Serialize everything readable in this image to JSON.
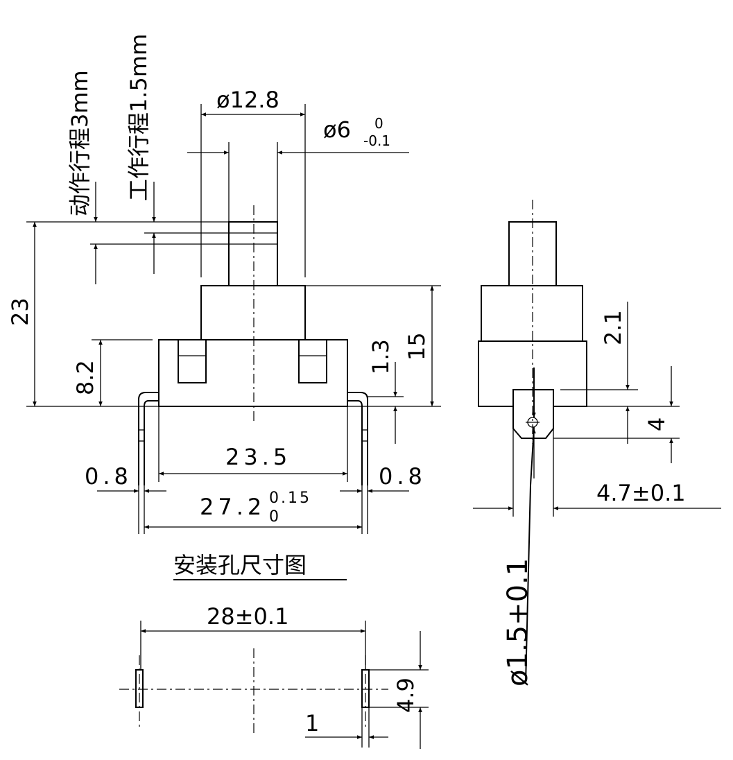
{
  "front_view": {
    "dim_diameter_outer": "ø12.8",
    "dim_diameter_stem": "ø6",
    "dim_diameter_stem_tol_upper": "0",
    "dim_diameter_stem_tol_lower": "-0.1",
    "label_action_travel": "动作行程3mm",
    "label_working_travel": "工作行程1.5mm",
    "dim_total_height": "23",
    "dim_body_height": "8.2",
    "dim_upper_height": "15",
    "dim_pin_offset": "1.3",
    "dim_body_width": "23.5",
    "dim_pin_left": "0.8",
    "dim_pin_right": "0.8",
    "dim_overall_width": "27.2",
    "dim_overall_tol_upper": "0.15",
    "dim_overall_tol_lower": "0"
  },
  "side_view": {
    "dim_step": "2.1",
    "dim_terminal_height": "4",
    "dim_terminal_width": "4.7±0.1",
    "dim_hole": "ø1.5+0.1"
  },
  "mount_view": {
    "title": "安装孔尺寸图",
    "dim_pitch": "28±0.1",
    "dim_slot_length": "4.9",
    "dim_slot_width": "1"
  }
}
